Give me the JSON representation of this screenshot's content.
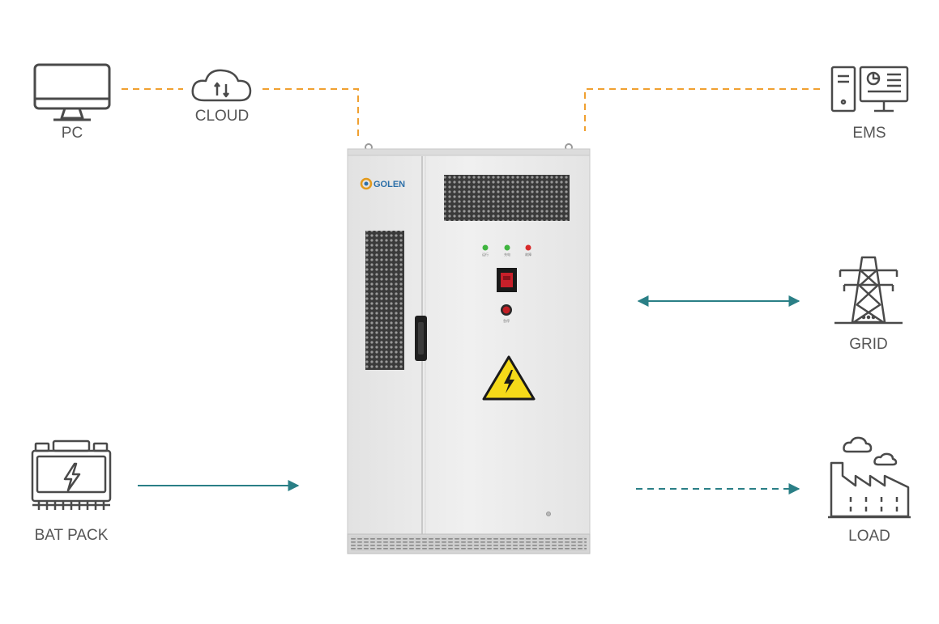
{
  "labels": {
    "pc": "PC",
    "cloud": "CLOUD",
    "ems": "EMS",
    "grid": "GRID",
    "bat_pack": "BAT  PACK",
    "load": "LOAD"
  },
  "cabinet": {
    "brand": "GOLEN",
    "indicators": [
      "运行",
      "充电",
      "故障"
    ],
    "estop": "急停"
  },
  "colors": {
    "orange_link": "#F0A030",
    "teal_flow": "#2A7F86",
    "icon_gray": "#4a4a4a",
    "cabinet_body": "#ececec",
    "brand_blue": "#2C6FA8",
    "warning_yellow": "#F5DA19"
  },
  "icons": {
    "pc": "monitor-icon",
    "cloud": "cloud-sync-icon",
    "ems": "server-dashboard-icon",
    "grid": "power-tower-icon",
    "bat_pack": "battery-icon",
    "load": "factory-icon"
  }
}
